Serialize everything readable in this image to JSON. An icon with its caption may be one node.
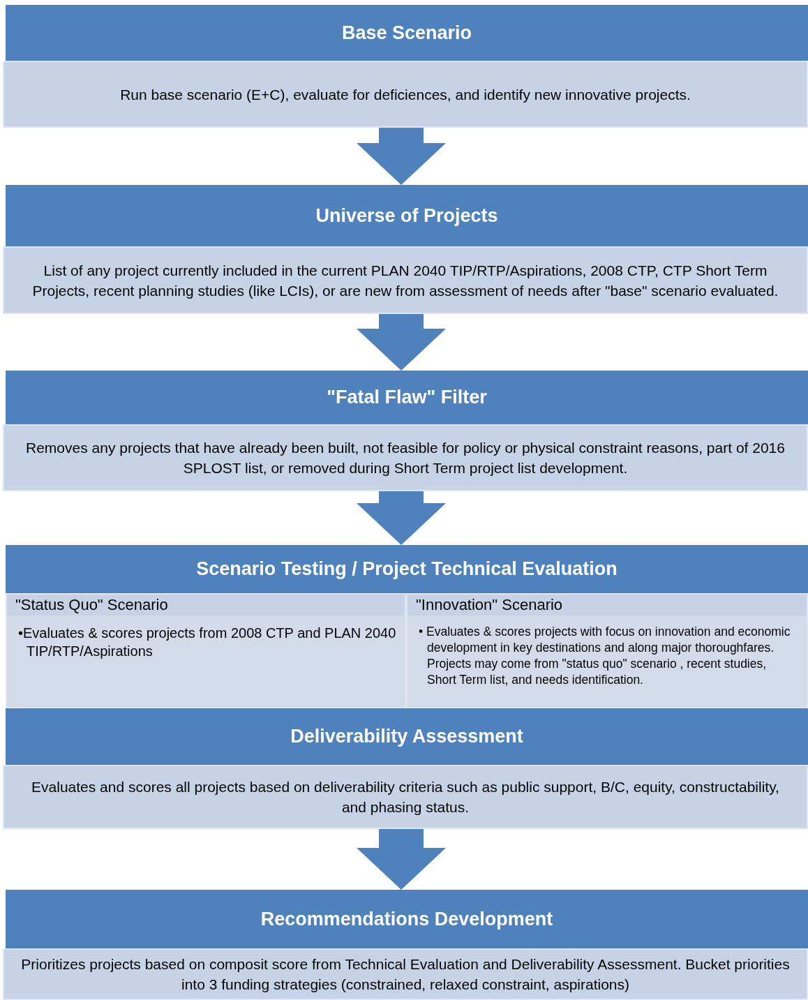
{
  "diagram": {
    "nodes": [
      {
        "text": [
          "Base Scenario",
          "Run base scenario (E+C), evaluate for deficiences, and identify new innovative projects."
        ]
      },
      {
        "text": [
          "Universe of Projects",
          "List of any project currently included in the current PLAN 2040 TIP/RTP/Aspirations, 2008 CTP, CTP Short Term Projects, recent planning studies (like LCIs), or are new from assessment of needs after \"base\" scenario evaluated."
        ]
      },
      {
        "text": [
          "\"Fatal Flaw\" Filter",
          "Removes any projects that have already been built, not feasible for policy or physical constraint reasons, part of 2016 SPLOST list, or removed during Short Term project list development."
        ]
      },
      {
        "text": [
          "Scenario Testing / Project Technical Evaluation"
        ]
      },
      {
        "text": [
          "\"Status Quo\" Scenario",
          "•Evaluates & scores projects from 2008 CTP and PLAN 2040 TIP/RTP/Aspirations"
        ],
        "in": 3
      },
      {
        "text": [
          "\"Innovation\" Scenario",
          "• Evaluates & scores projects with focus on innovation and economic development in key destinations and along major thoroughfares. Projects may come from \"status quo\" scenario , recent studies, Short Term list, and needs identification."
        ],
        "in": 3
      },
      {
        "text": [
          "Deliverability Assessment",
          "Evaluates and scores all projects based on deliverability criteria such as public support, B/C, equity, constructability, and phasing status."
        ]
      },
      {
        "text": [
          "Recommendations Development",
          "Prioritizes projects based on composit score from Technical Evaluation and Deliverability Assessment. Bucket priorities into 3 funding strategies (constrained, relaxed constraint, aspirations)"
        ]
      }
    ],
    "edges": [
      {
        "from": 0,
        "to": 1,
        "arrow": "to"
      },
      {
        "from": 1,
        "to": 2,
        "arrow": "to"
      },
      {
        "from": 2,
        "to": 3,
        "arrow": "to"
      },
      {
        "from": 6,
        "to": 7,
        "arrow": "to"
      }
    ]
  }
}
